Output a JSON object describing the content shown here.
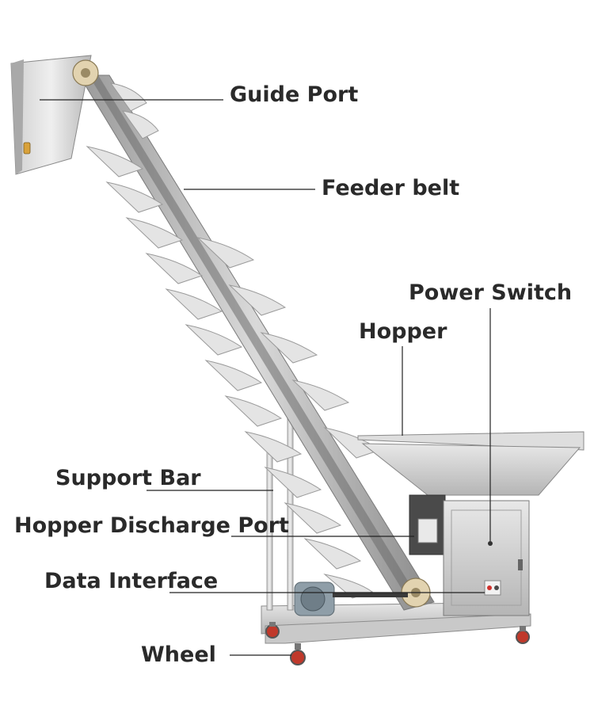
{
  "labels": {
    "guide_port": "Guide Port",
    "feeder_belt": "Feeder belt",
    "power_switch": "Power Switch",
    "hopper": "Hopper",
    "support_bar": "Support Bar",
    "hopper_discharge_port": "Hopper Discharge Port",
    "data_interface": "Data Interface",
    "wheel": "Wheel"
  },
  "colors": {
    "steel_light": "#e3e3e3",
    "steel_mid": "#bdbdbd",
    "steel_dark": "#7c7c7c",
    "belt": "#5c5c5c",
    "wheel_red": "#c0392b",
    "leader_line": "#222222"
  }
}
